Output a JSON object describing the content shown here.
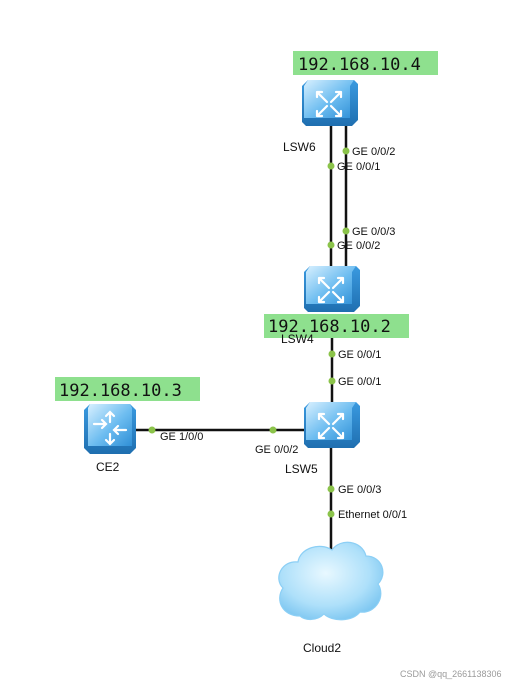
{
  "colors": {
    "ip_bg": "#8ee08e",
    "link": "#111111",
    "port_dot": "#8bc34a",
    "device_light": "#bfe6ff",
    "device_dark": "#2f8fd6",
    "cloud_light": "#d6f1ff",
    "cloud_dark": "#7fc9f3"
  },
  "devices": {
    "lsw6": {
      "name": "LSW6",
      "ip": "192.168.10.4",
      "icon": "l3-switch-icon"
    },
    "lsw4": {
      "name": "LSW4",
      "ip": "192.168.10.2",
      "icon": "l3-switch-icon"
    },
    "lsw5": {
      "name": "LSW5",
      "icon": "l3-switch-icon"
    },
    "ce2": {
      "name": "CE2",
      "ip": "192.168.10.3",
      "icon": "router-icon"
    },
    "cloud2": {
      "name": "Cloud2",
      "icon": "cloud-icon"
    }
  },
  "ports": {
    "lsw6_p2": "GE 0/0/2",
    "lsw6_p1": "GE 0/0/1",
    "lsw4_p3": "GE 0/0/3",
    "lsw4_p2": "GE 0/0/2",
    "lsw4_p1": "GE 0/0/1",
    "lsw5_p1": "GE 0/0/1",
    "ce2_p": "GE 1/0/0",
    "lsw5_p2": "GE 0/0/2",
    "lsw5_p3": "GE 0/0/3",
    "cloud_p": "Ethernet 0/0/1"
  },
  "watermark": "CSDN @qq_2661138306"
}
